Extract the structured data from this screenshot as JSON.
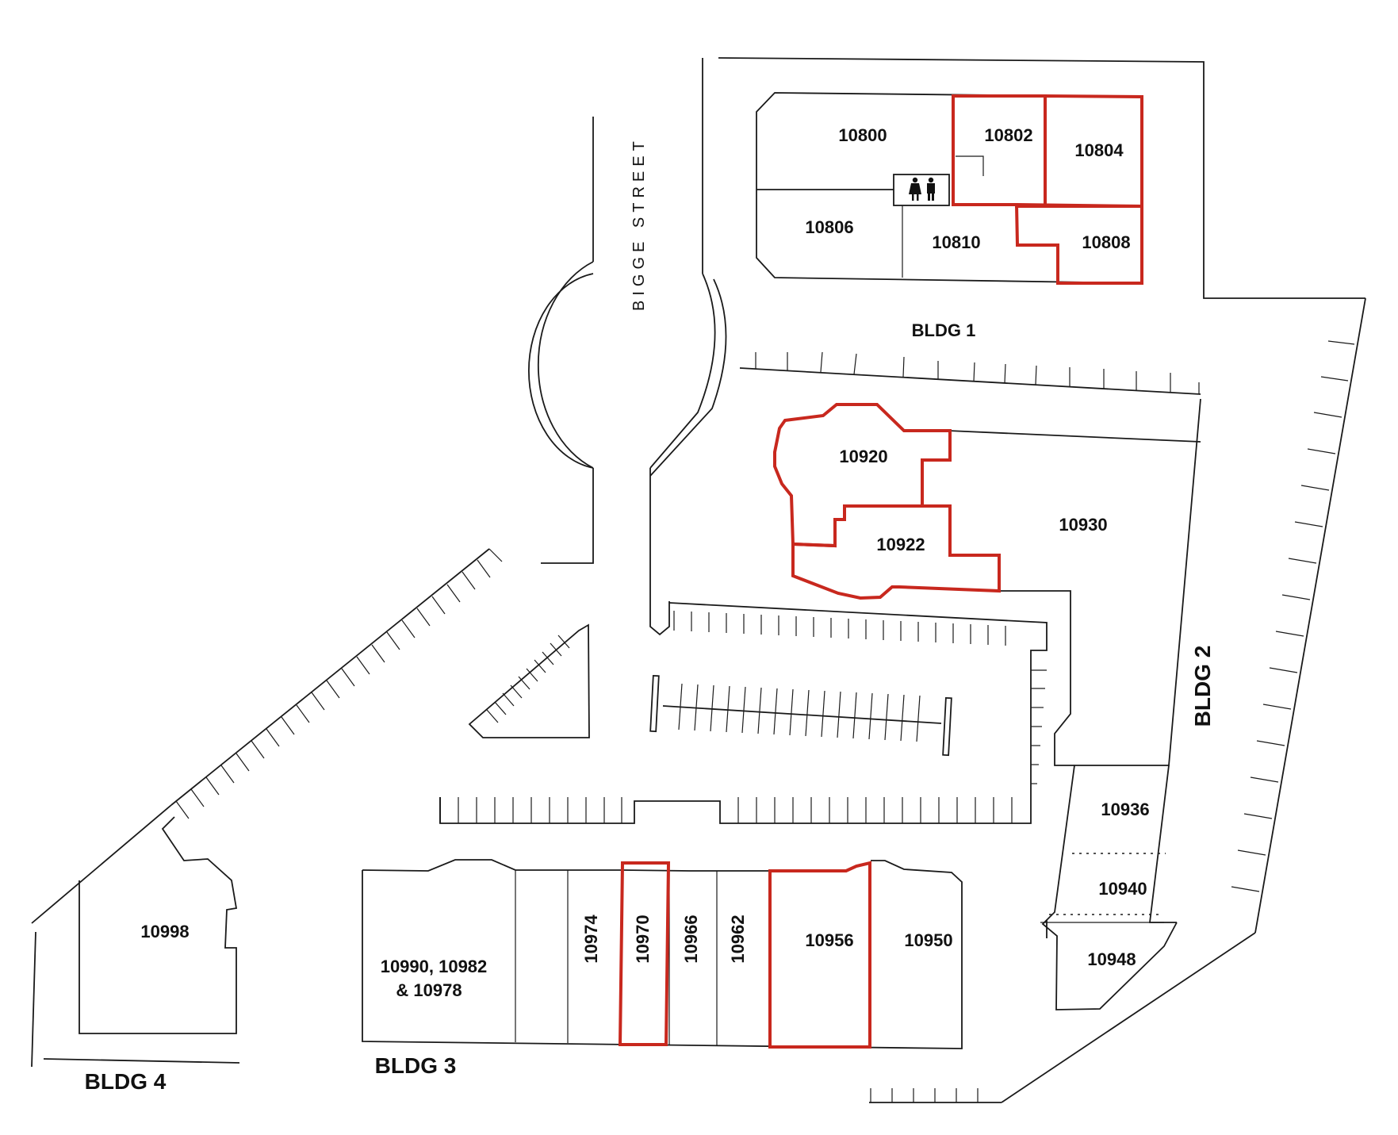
{
  "map": {
    "street": "BIGGE STREET",
    "highlight_color": "#c8281e",
    "line_color": "#1a1a1a",
    "icons": {
      "restroom": "restroom-icon"
    },
    "buildings": {
      "bldg1": "BLDG 1",
      "bldg2": "BLDG 2",
      "bldg3": "BLDG 3",
      "bldg4": "BLDG 4"
    },
    "units": {
      "u10800": "10800",
      "u10802": "10802",
      "u10804": "10804",
      "u10806": "10806",
      "u10810": "10810",
      "u10808": "10808",
      "u10920": "10920",
      "u10922": "10922",
      "u10930": "10930",
      "u10936": "10936",
      "u10940": "10940",
      "u10948": "10948",
      "u10998": "10998",
      "u10990_line1": "10990, 10982",
      "u10990_line2": "& 10978",
      "u10974": "10974",
      "u10970": "10970",
      "u10966": "10966",
      "u10962": "10962",
      "u10956": "10956",
      "u10950": "10950"
    },
    "highlighted_units": [
      "10802",
      "10804",
      "10808",
      "10920",
      "10922",
      "10970",
      "10956"
    ]
  }
}
